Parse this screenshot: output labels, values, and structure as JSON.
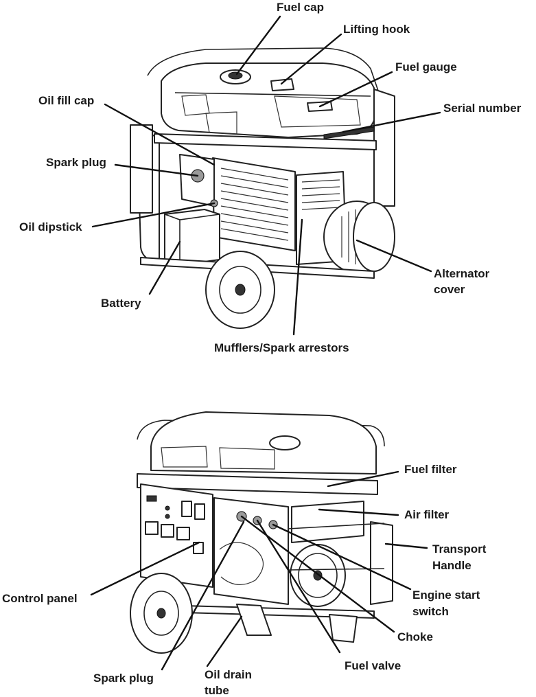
{
  "labels": {
    "fuel_cap": "Fuel cap",
    "lifting_hook": "Lifting hook",
    "fuel_gauge": "Fuel gauge",
    "oil_fill_cap": "Oil fill cap",
    "serial_number": "Serial number",
    "spark_plug_top": "Spark plug",
    "oil_dipstick": "Oil dipstick",
    "alternator_cover_1": "Alternator",
    "alternator_cover_2": "cover",
    "battery": "Battery",
    "mufflers": "Mufflers/Spark arrestors",
    "fuel_filter": "Fuel filter",
    "air_filter": "Air filter",
    "transport_handle_1": "Transport",
    "transport_handle_2": "Handle",
    "engine_start_1": "Engine start",
    "engine_start_2": "switch",
    "control_panel": "Control panel",
    "choke": "Choke",
    "fuel_valve": "Fuel valve",
    "spark_plug_bottom": "Spark plug",
    "oil_drain_1": "Oil drain",
    "oil_drain_2": "tube"
  }
}
